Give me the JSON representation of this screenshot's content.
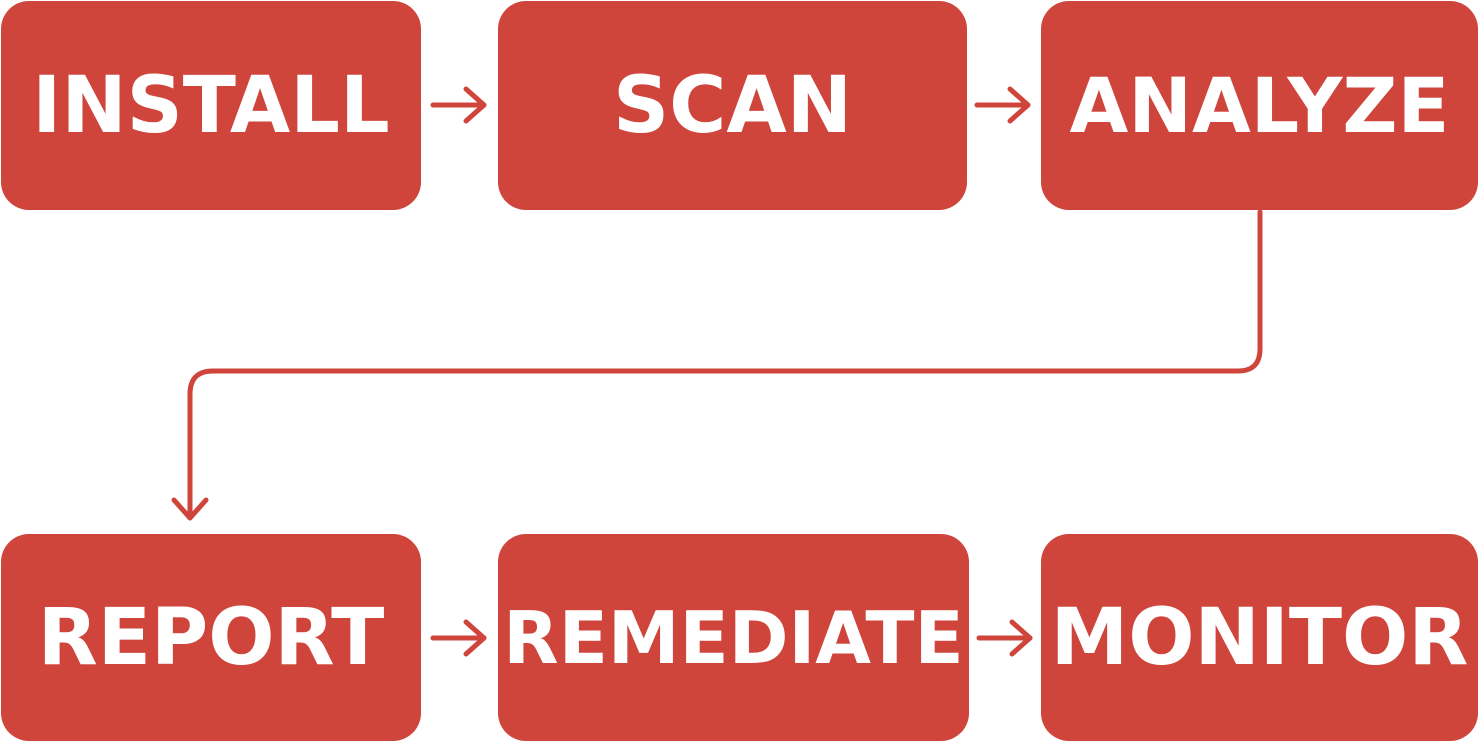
{
  "diagram": {
    "colors": {
      "box_fill": "#cf443b",
      "box_text": "#ffffff",
      "connector": "#cf443b",
      "background": "#ffffff"
    },
    "steps": [
      {
        "id": "install",
        "label": "INSTALL"
      },
      {
        "id": "scan",
        "label": "SCAN"
      },
      {
        "id": "analyze",
        "label": "ANALYZE"
      },
      {
        "id": "report",
        "label": "REPORT"
      },
      {
        "id": "remediate",
        "label": "REMEDIATE"
      },
      {
        "id": "monitor",
        "label": "MONITOR"
      }
    ],
    "flow": [
      [
        "install",
        "scan"
      ],
      [
        "scan",
        "analyze"
      ],
      [
        "analyze",
        "report"
      ],
      [
        "report",
        "remediate"
      ],
      [
        "remediate",
        "monitor"
      ]
    ]
  }
}
